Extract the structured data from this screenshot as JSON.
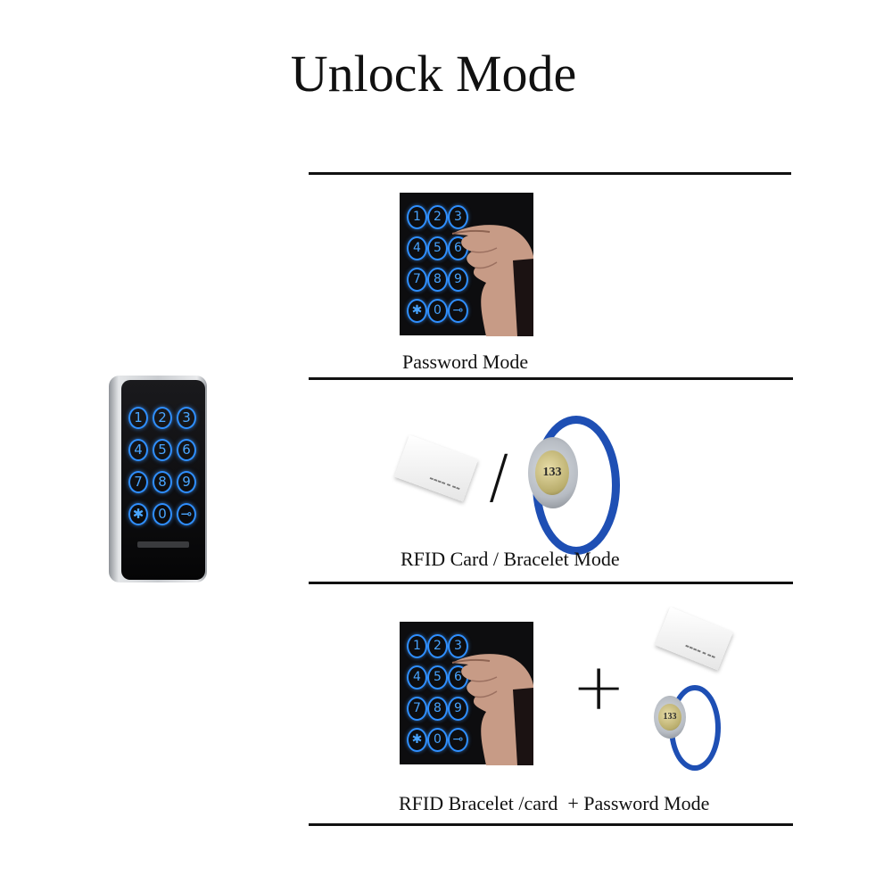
{
  "title": "Unlock Mode",
  "modes": [
    {
      "caption": "Password Mode"
    },
    {
      "caption": "RFID Card / Bracelet Mode"
    },
    {
      "caption": "RFID Bracelet /card  + Password Mode"
    }
  ],
  "symbols": {
    "slash": "/",
    "plus": "+"
  },
  "keypad_keys": [
    "1",
    "2",
    "3",
    "4",
    "5",
    "6",
    "7",
    "8",
    "9",
    "✱",
    "0",
    "⊸"
  ],
  "bracelet_number": "133",
  "colors": {
    "key_blue": "#2f8fff",
    "band_blue": "#1e4fb4",
    "panel": "#0d0d0f"
  }
}
